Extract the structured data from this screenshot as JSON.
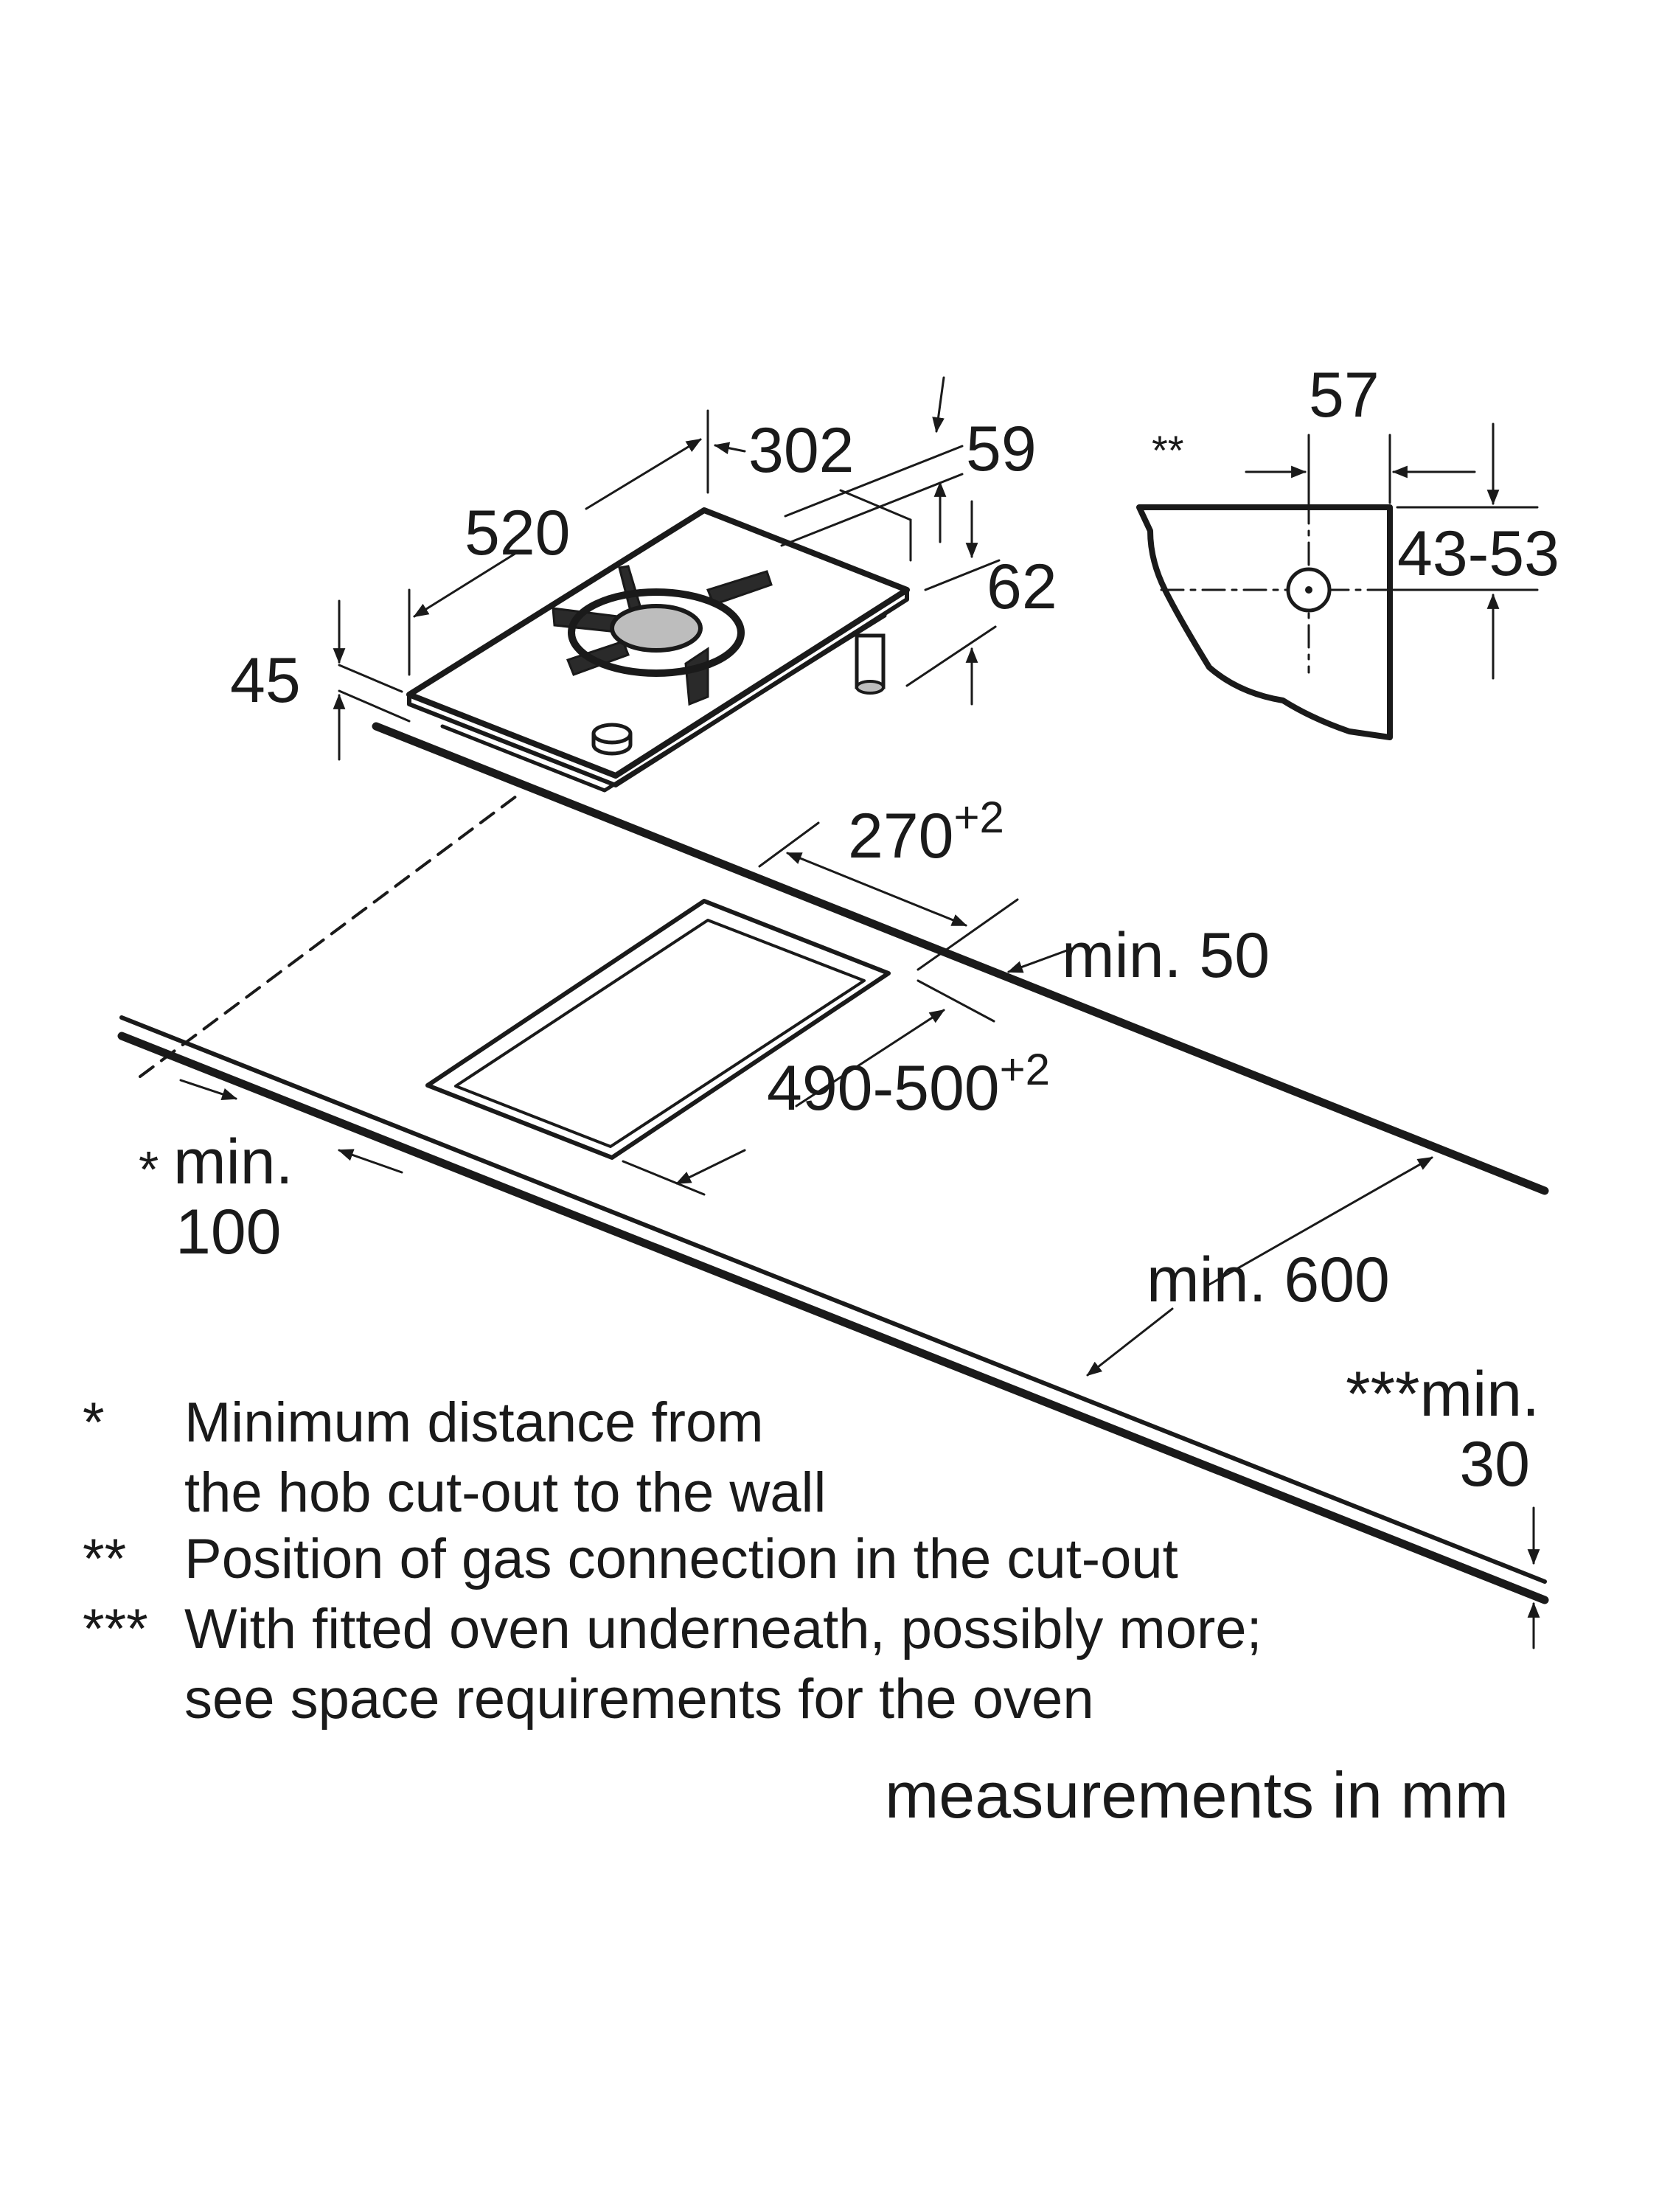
{
  "dimensions": {
    "width_302": "302",
    "length_520": "520",
    "depth_59": "59",
    "height_62": "62",
    "thickness_45": "45",
    "gas_57": "57",
    "gas_range": "43-53",
    "cutout_width_base": "270",
    "cutout_width_tol": "+2",
    "cutout_length_base": "490-500",
    "cutout_length_tol": "+2",
    "min_50": "min. 50",
    "min_100_prefix": "*",
    "min_100_line1": "min.",
    "min_100_line2": "100",
    "min_600": "min. 600",
    "min_30_line1": "***min.",
    "min_30_line2": "30",
    "gas_marker": "**"
  },
  "notes": [
    {
      "marker": "*",
      "lines": [
        "Minimum distance from",
        "the hob cut-out to the wall"
      ]
    },
    {
      "marker": "**",
      "lines": [
        "Position of gas connection in the cut-out"
      ]
    },
    {
      "marker": "***",
      "lines": [
        "With fitted oven underneath, possibly more;",
        "see space requirements for the oven"
      ]
    }
  ],
  "units_note": "measurements in mm",
  "colors": {
    "line": "#1a1a1a",
    "background": "#ffffff",
    "burner": "#bdbdbd"
  }
}
